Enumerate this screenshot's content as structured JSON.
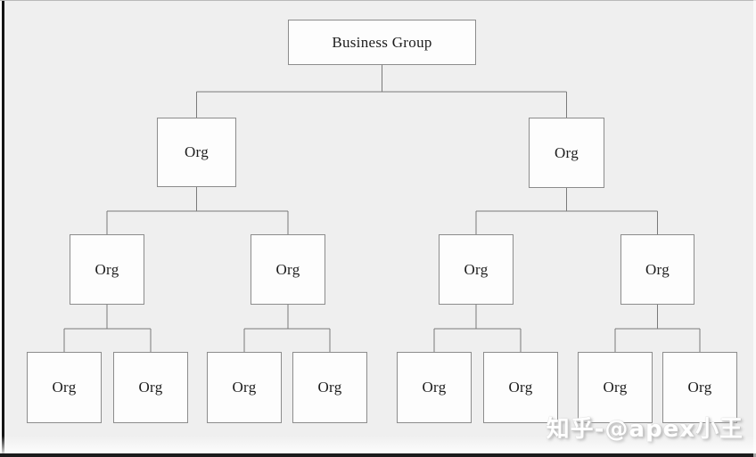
{
  "diagram": {
    "nodes": [
      {
        "id": "root",
        "label": "Business Group",
        "children": [
          "n2a",
          "n2b"
        ]
      },
      {
        "id": "n2a",
        "label": "Org",
        "children": [
          "n3a",
          "n3b"
        ]
      },
      {
        "id": "n2b",
        "label": "Org",
        "children": [
          "n3c",
          "n3d"
        ]
      },
      {
        "id": "n3a",
        "label": "Org",
        "children": [
          "n4a",
          "n4b"
        ]
      },
      {
        "id": "n3b",
        "label": "Org",
        "children": [
          "n4c",
          "n4d"
        ]
      },
      {
        "id": "n3c",
        "label": "Org",
        "children": [
          "n4e",
          "n4f"
        ]
      },
      {
        "id": "n3d",
        "label": "Org",
        "children": [
          "n4g",
          "n4h"
        ]
      },
      {
        "id": "n4a",
        "label": "Org",
        "children": []
      },
      {
        "id": "n4b",
        "label": "Org",
        "children": []
      },
      {
        "id": "n4c",
        "label": "Org",
        "children": []
      },
      {
        "id": "n4d",
        "label": "Org",
        "children": []
      },
      {
        "id": "n4e",
        "label": "Org",
        "children": []
      },
      {
        "id": "n4f",
        "label": "Org",
        "children": []
      },
      {
        "id": "n4g",
        "label": "Org",
        "children": []
      },
      {
        "id": "n4h",
        "label": "Org",
        "children": []
      }
    ]
  },
  "watermark": {
    "text": "知乎-@apex小王"
  },
  "colors": {
    "background": "#efefef",
    "box_fill": "#fdfdfd",
    "box_border": "#8c8c8c",
    "connector_line": "#7a7a7a",
    "text": "#1d1d1d",
    "watermark_text": "#ffffff"
  }
}
